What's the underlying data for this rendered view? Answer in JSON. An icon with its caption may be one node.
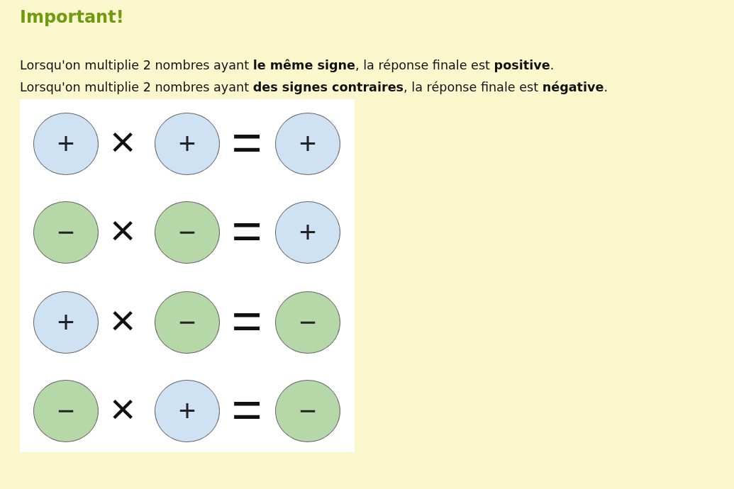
{
  "diagram": {
    "title": "Important!",
    "nodes": [
      {
        "text": [
          "+"
        ]
      },
      {
        "text": [
          "+"
        ]
      },
      {
        "text": [
          "+"
        ]
      },
      {
        "text": [
          "−"
        ]
      },
      {
        "text": [
          "−"
        ]
      },
      {
        "text": [
          "+"
        ]
      },
      {
        "text": [
          "+"
        ]
      },
      {
        "text": [
          "−"
        ]
      },
      {
        "text": [
          "−"
        ]
      },
      {
        "text": [
          "−"
        ]
      },
      {
        "text": [
          "+"
        ]
      },
      {
        "text": [
          "−"
        ]
      }
    ],
    "edges": [],
    "labels": [
      "Lorsqu'on multiplie 2 nombres ayant **le même signe**, la réponse finale est **positive**.",
      "Lorsqu'on multiplie 2 nombres ayant **des signes contraires**, la réponse finale est **négative**.",
      "×",
      "=",
      "×",
      "=",
      "×",
      "=",
      "×",
      "="
    ]
  }
}
